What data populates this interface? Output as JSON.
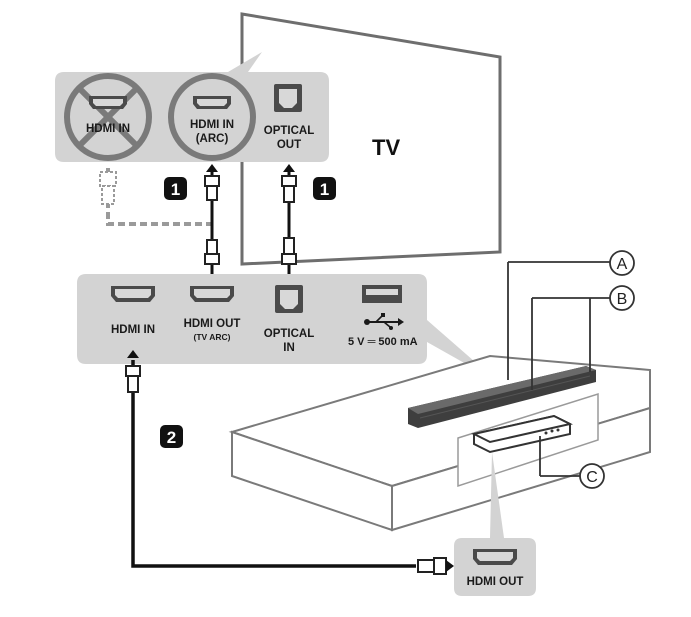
{
  "tv": {
    "label": "TV",
    "ports": {
      "hdmi_in_crossed": "HDMI IN",
      "hdmi_in_arc_line1": "HDMI IN",
      "hdmi_in_arc_line2": "(ARC)",
      "optical_out_line1": "OPTICAL",
      "optical_out_line2": "OUT"
    }
  },
  "soundbar_panel": {
    "hdmi_in": "HDMI IN",
    "hdmi_out_line1": "HDMI OUT",
    "hdmi_out_line2": "(TV ARC)",
    "optical_in_line1": "OPTICAL",
    "optical_in_line2": "IN",
    "usb_power": "5 V ═ 500 mA"
  },
  "steps": {
    "step1_left": "1",
    "step1_right": "1",
    "step2": "2"
  },
  "callouts": {
    "a": "A",
    "b": "B",
    "c": "C"
  },
  "device": {
    "hdmi_out": "HDMI OUT"
  }
}
